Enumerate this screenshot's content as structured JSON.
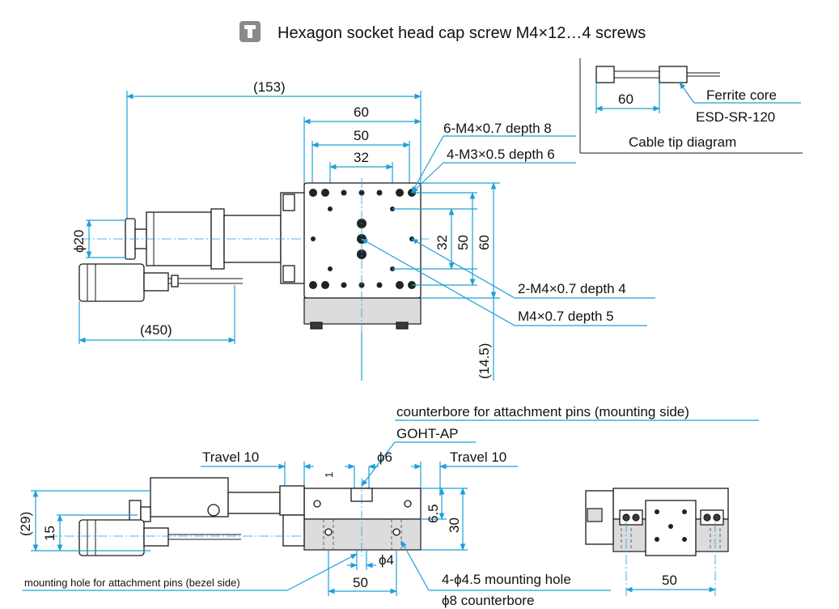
{
  "header": {
    "icon": "hex-key-icon",
    "note": "Hexagon socket head cap screw M4×12…4 screws"
  },
  "cable_tip": {
    "dim": "60",
    "ferrite_label": "Ferrite core",
    "ferrite_model": "ESD-SR-120",
    "caption": "Cable tip diagram"
  },
  "top_view": {
    "dim_overall": "(153)",
    "dim_60": "60",
    "dim_50": "50",
    "dim_32": "32",
    "dim_v32": "32",
    "dim_v50": "50",
    "dim_v60": "60",
    "dim_knob_dia": "ϕ20",
    "dim_cable": "(450)",
    "dim_offset": "(14.5)",
    "tap_6": "6-M4×0.7 depth 8",
    "tap_4": "4-M3×0.5 depth 6",
    "tap_2": "2-M4×0.7 depth 4",
    "tap_center": "M4×0.7 depth 5"
  },
  "side_view": {
    "pin_note": "counterbore for attachment pins (mounting side)",
    "pin_model": "GOHT-AP",
    "travel_left": "Travel 10",
    "travel_right": "Travel 10",
    "dia_6": "ϕ6",
    "dim_1": "1",
    "dim_6_5": "6.5",
    "dim_30": "30",
    "dim_29": "(29)",
    "dim_15": "15",
    "dia_4": "ϕ4",
    "dim_50": "50",
    "bezel_note": "mounting hole for attachment pins (bezel side)",
    "mount_hole": "4-ϕ4.5 mounting hole",
    "counterbore": "ϕ8 counterbore"
  },
  "end_view": {
    "dim_50": "50"
  }
}
